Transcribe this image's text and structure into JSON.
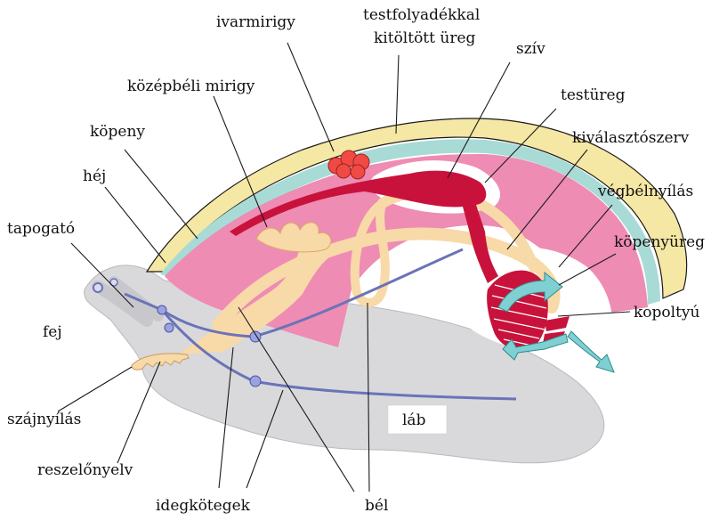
{
  "colors": {
    "foot": "#d9d9dc",
    "shell": "#f5e7a4",
    "mantle": "#a9dbd6",
    "cavity": "#ee8cb3",
    "organ_red": "#c8123c",
    "digestive": "#f8d9a8",
    "nerve": "#6a73b8",
    "arrow": "#7fd0d2",
    "gonad": "#f04a44"
  },
  "labels": {
    "ivarmirigy": "ivarmirigy",
    "testfolyadek_line1": "testfolyadékkal",
    "testfolyadek_line2": "kitöltött üreg",
    "sziv": "szív",
    "kozepbeli_mirigy": "középbéli mirigy",
    "testureg": "testüreg",
    "kopeny": "köpeny",
    "kivalasztoszerv": "kiválasztószerv",
    "hej": "héj",
    "vegbelnyilas": "végbélnyílás",
    "tapogato": "tapogató",
    "kopenyureg": "köpenyüreg",
    "kopoltyu": "kopoltyú",
    "fej": "fej",
    "szajnyilas": "szájnyílás",
    "lab": "láb",
    "reszelonyelv": "reszelőnyelv",
    "idegkotegek": "idegkötegek",
    "bel": "bél"
  }
}
